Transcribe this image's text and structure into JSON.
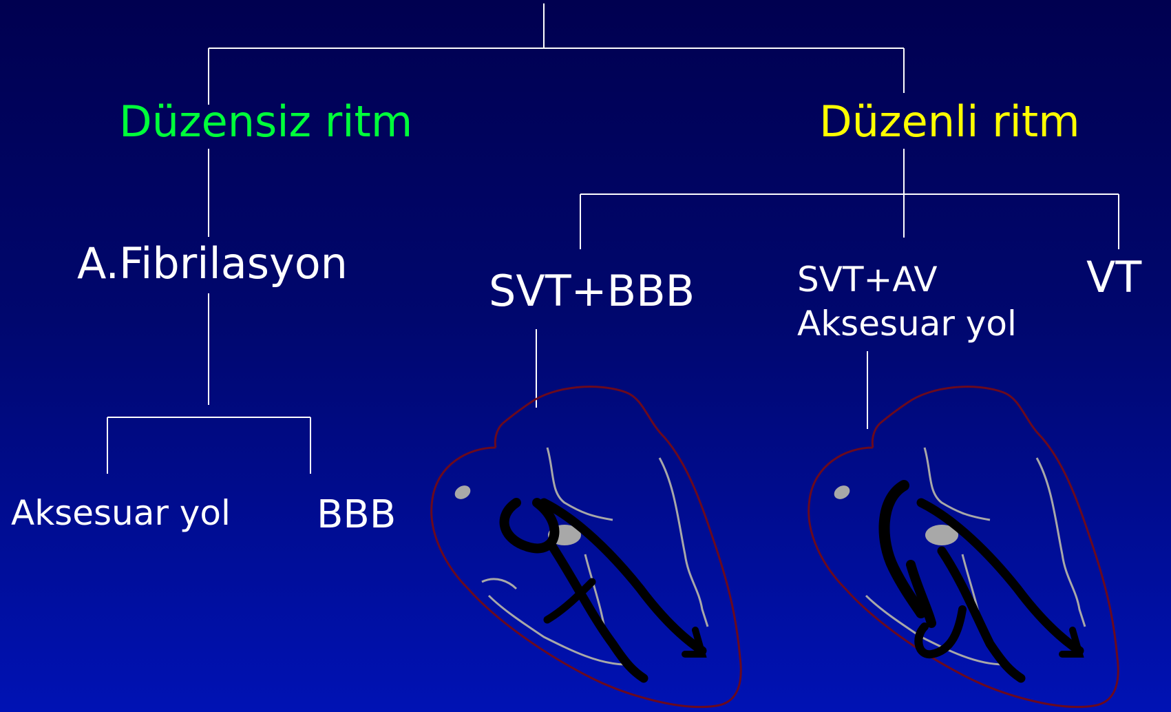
{
  "colors": {
    "background_top": "#000050",
    "background_bottom": "#0012b4",
    "connector": "#ffffff",
    "irregular_branch": "#00ff3a",
    "regular_branch": "#ffff00",
    "text": "#ffffff",
    "heart_outline": "#6b0a1e",
    "heart_conduction": "#000000",
    "heart_vessels": "#a8a8a8"
  },
  "nodes": {
    "irregular_rhythm": "Düzensiz ritm",
    "regular_rhythm": "Düzenli ritm",
    "afib": "A.Fibrilasyon",
    "svt_bbb": "SVT+BBB",
    "svt_av": [
      "SVT+AV",
      "Aksesuar yol"
    ],
    "vt": "VT",
    "afib_accessory": "Aksesuar yol",
    "afib_bbb": "BBB"
  },
  "icons": [
    "heart-diagram-bbb-icon",
    "heart-diagram-accessory-pathway-icon"
  ]
}
